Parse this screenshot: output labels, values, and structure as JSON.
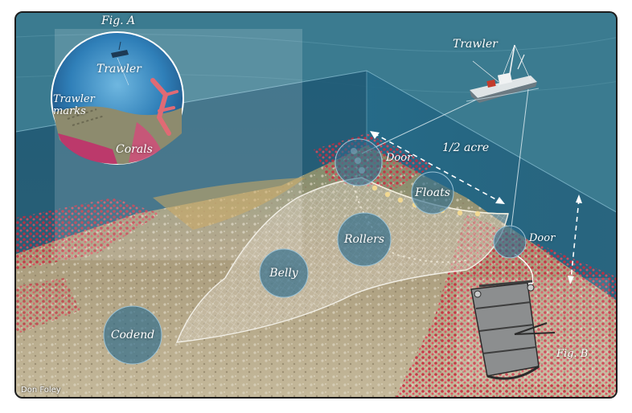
{
  "fig_a_title": "Fig. A",
  "fig_b_title": "Fig. B",
  "labels": {
    "trawler_ship": "Trawler",
    "half_acre": "1/2 acre",
    "door_top": "Door",
    "door_right": "Door",
    "floats": "Floats",
    "rollers": "Rollers",
    "belly": "Belly",
    "codend": "Codend"
  },
  "inset_a": {
    "trawler": "Trawler",
    "trawler_marks_line1": "Trawler",
    "trawler_marks_line2": "marks",
    "corals": "Corals"
  },
  "credit": "Don Foley",
  "colors": {
    "water_surface": "#3f7f93",
    "seabed": "#b9ab8c",
    "coral": "#c2263a",
    "callout_circle": "#2b6a8c",
    "label_text": "#ffffff"
  }
}
